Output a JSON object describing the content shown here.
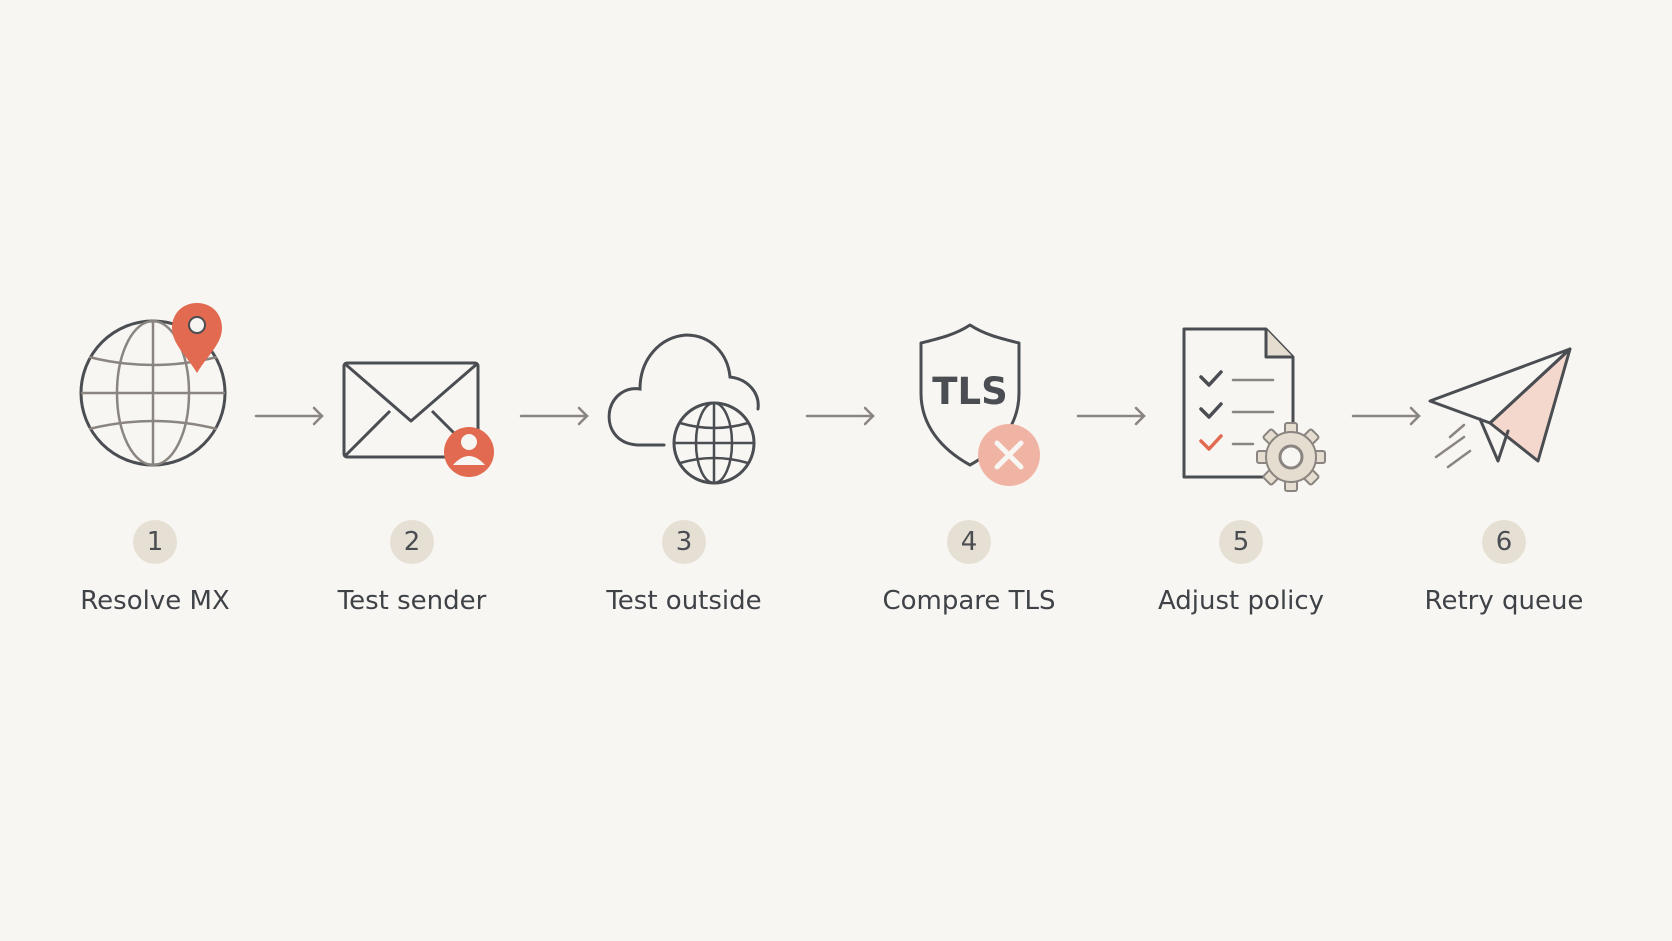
{
  "colors": {
    "background": "#f8f6f2",
    "stroke": "#4a4d52",
    "muted_stroke": "#8a8580",
    "accent": "#e26a50",
    "accent_soft": "#f0b4a4",
    "badge_fill": "#e6dfd3",
    "gear_fill": "#e4ddd0"
  },
  "steps": [
    {
      "number": "1",
      "label": "Resolve MX",
      "icon": "globe-location-pin-icon"
    },
    {
      "number": "2",
      "label": "Test sender",
      "icon": "envelope-user-icon"
    },
    {
      "number": "3",
      "label": "Test outside",
      "icon": "cloud-globe-icon"
    },
    {
      "number": "4",
      "label": "Compare TLS",
      "icon": "shield-tls-x-icon",
      "icon_text": "TLS"
    },
    {
      "number": "5",
      "label": "Adjust policy",
      "icon": "checklist-gear-icon"
    },
    {
      "number": "6",
      "label": "Retry queue",
      "icon": "paper-plane-icon"
    }
  ]
}
